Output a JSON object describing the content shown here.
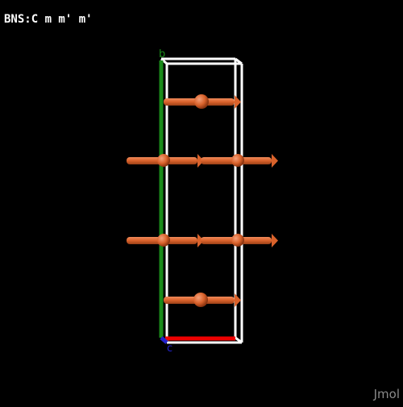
{
  "viewer": {
    "title": "BNS:C m m' m'",
    "brand": "Jmol"
  },
  "axes": {
    "b": {
      "label": "b",
      "color": "#1a8a1a"
    },
    "c": {
      "label": "c",
      "color": "#2222cc"
    },
    "a": {
      "color": "#ee0000"
    }
  },
  "colors": {
    "cell": "#ffffff",
    "atom": "#d9622b",
    "spin": "#d9622b"
  },
  "scene": {
    "cell_type": "unit-cell-box",
    "atom_count": 6,
    "spin_arrow_count": 6,
    "spin_direction": "right"
  }
}
